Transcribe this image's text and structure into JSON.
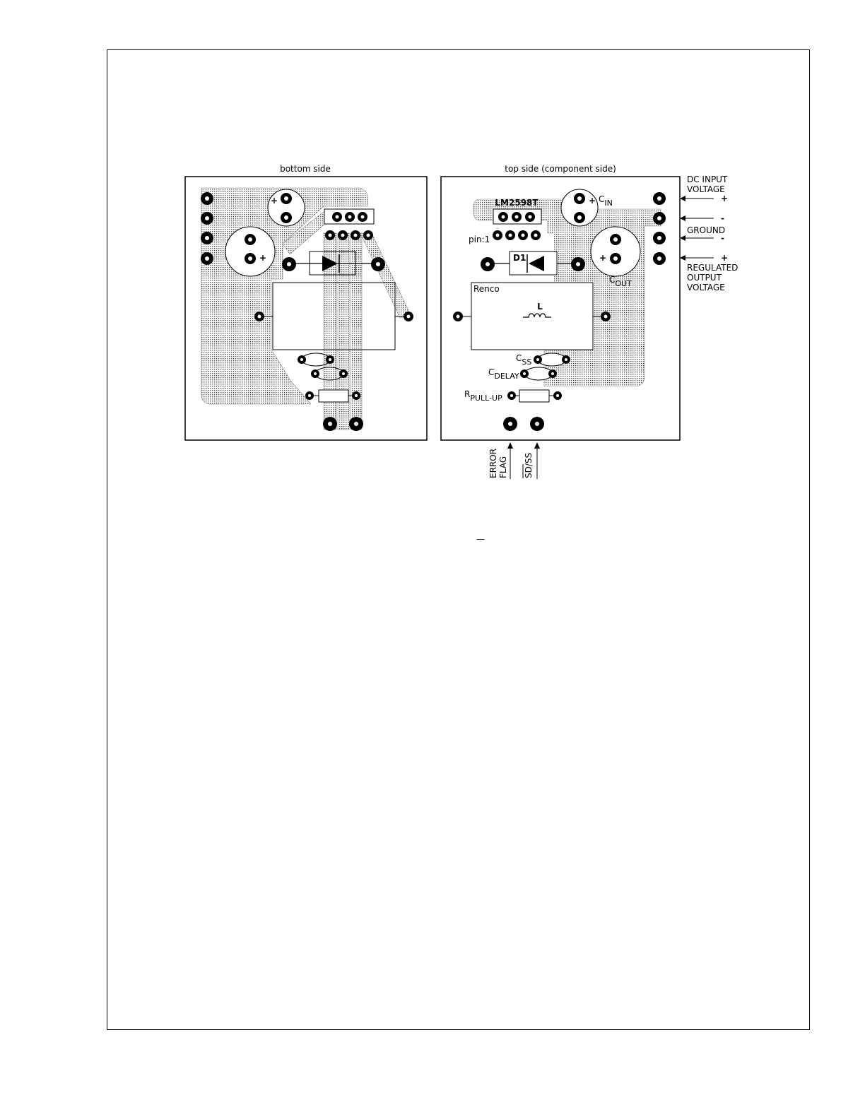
{
  "bottom_board": {
    "title": "bottom side"
  },
  "top_board": {
    "title": "top side (component side)",
    "ic_label": "LM2598T",
    "pin1_label": "pin:1",
    "cin_label_main": "C",
    "cin_label_sub": "IN",
    "cout_label_main": "C",
    "cout_label_sub": "OUT",
    "diode_label": "D1",
    "inductor_vendor": "Renco",
    "inductor_label": "L",
    "css_label_main": "C",
    "css_label_sub": "SS",
    "cdelay_label_main": "C",
    "cdelay_label_sub": "DELAY",
    "rpull_label_main": "R",
    "rpull_label_sub": "PULL-UP",
    "plus_sign": "+"
  },
  "connections": {
    "dc_input_line1": "DC INPUT",
    "dc_input_line2": "VOLTAGE",
    "dc_input_pol_plus": "+",
    "dc_input_pol_minus": "-",
    "ground": "GROUND",
    "ground_pol": "-",
    "regulated_pol": "+",
    "regulated_line1": "REGULATED",
    "regulated_line2": "OUTPUT",
    "regulated_line3": "VOLTAGE",
    "error_line1": "ERROR",
    "error_line2": "FLAG",
    "sdss": "SD/SS"
  },
  "footer": {
    "mark": "—"
  }
}
